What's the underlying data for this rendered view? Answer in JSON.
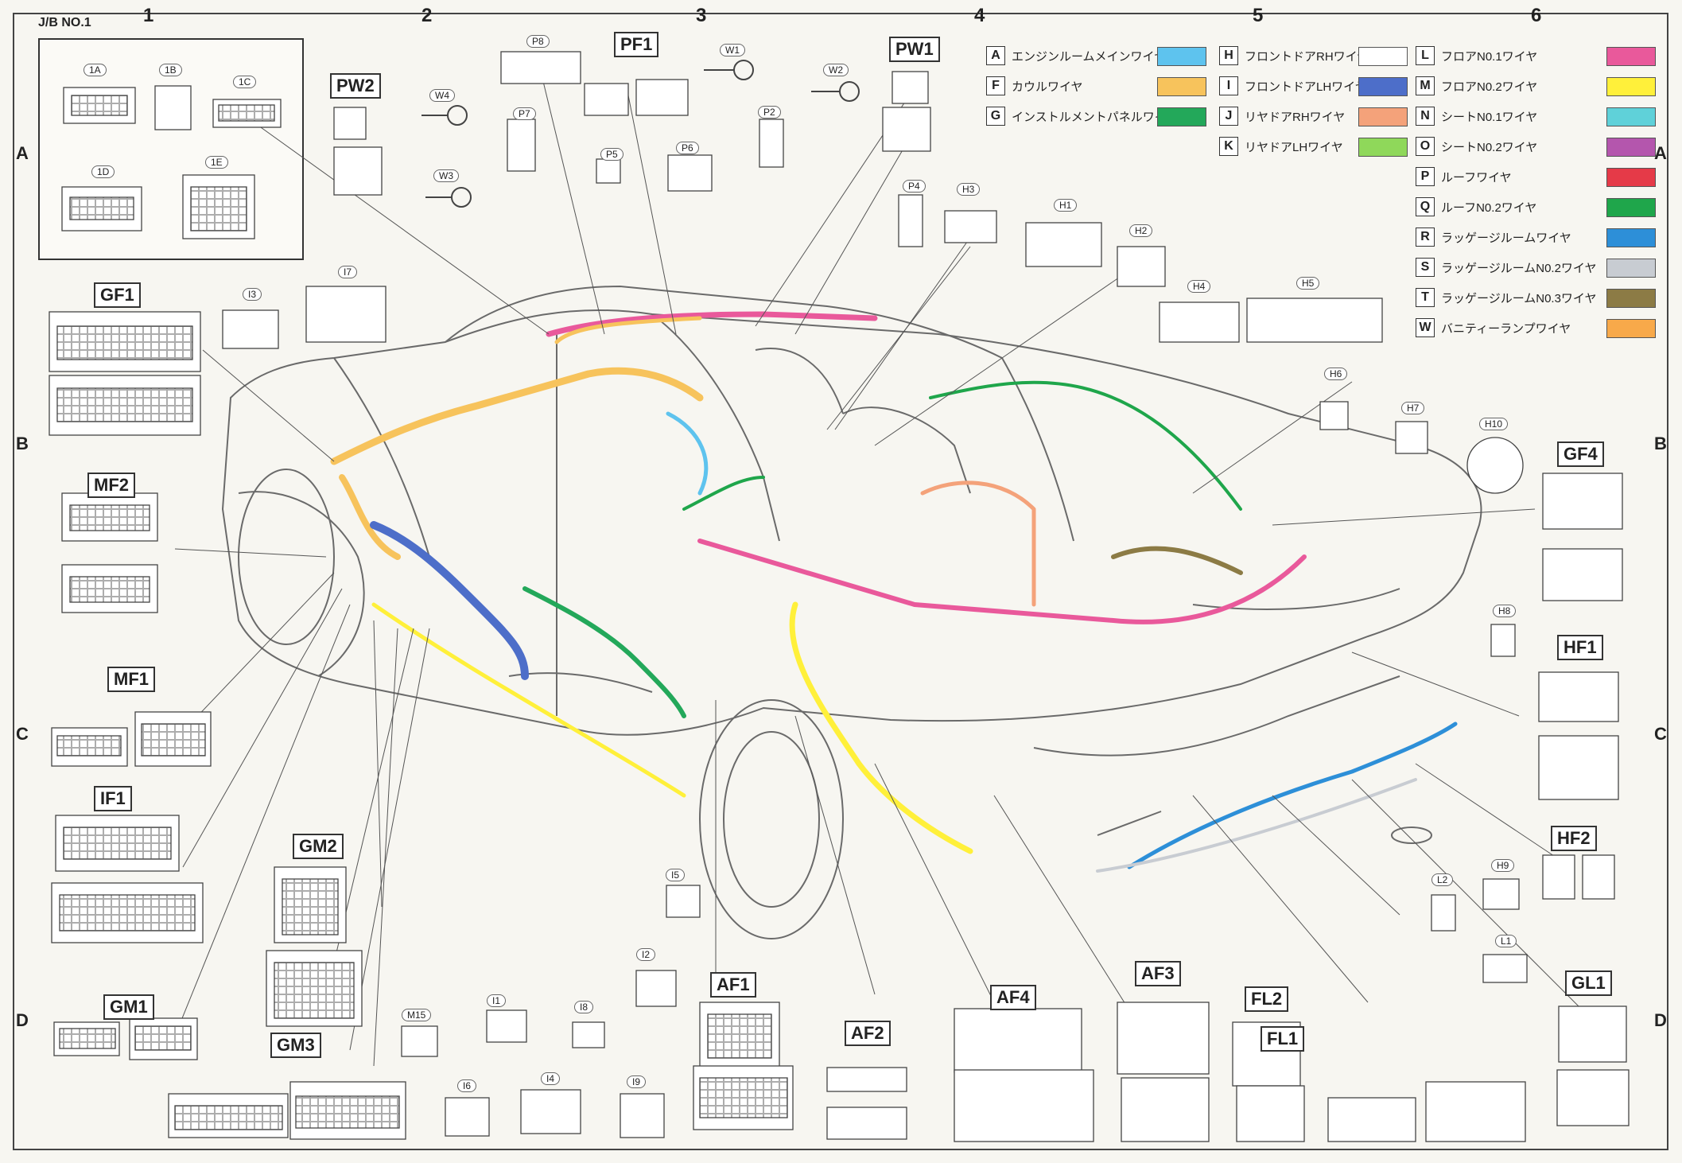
{
  "jb": {
    "title": "J/B NO.1",
    "connectors": [
      "1A",
      "1B",
      "1C",
      "1D",
      "1E"
    ]
  },
  "grid": {
    "columns": [
      "1",
      "2",
      "3",
      "4",
      "5",
      "6"
    ],
    "rows": [
      "A",
      "B",
      "C",
      "D"
    ]
  },
  "legend": [
    {
      "key": "A",
      "name": "エンジンルームメインワイヤ",
      "color": "#5ec3ee"
    },
    {
      "key": "F",
      "name": "カウルワイヤ",
      "color": "#f7c35c"
    },
    {
      "key": "G",
      "name": "インストルメントパネルワイヤ",
      "color": "#23a85a"
    },
    {
      "key": "H",
      "name": "フロントドアRHワイヤ",
      "color": "#ffffff"
    },
    {
      "key": "I",
      "name": "フロントドアLHワイヤ",
      "color": "#4d6ec9"
    },
    {
      "key": "J",
      "name": "リヤドアRHワイヤ",
      "color": "#f4a27a"
    },
    {
      "key": "K",
      "name": "リヤドアLHワイヤ",
      "color": "#8fd85a"
    },
    {
      "key": "L",
      "name": "フロアN0.1ワイヤ",
      "color": "#e9599b"
    },
    {
      "key": "M",
      "name": "フロアN0.2ワイヤ",
      "color": "#fff03a"
    },
    {
      "key": "N",
      "name": "シートN0.1ワイヤ",
      "color": "#5fd1d9"
    },
    {
      "key": "O",
      "name": "シートN0.2ワイヤ",
      "color": "#b456ad"
    },
    {
      "key": "P",
      "name": "ルーフワイヤ",
      "color": "#e53a48"
    },
    {
      "key": "Q",
      "name": "ルーフN0.2ワイヤ",
      "color": "#1fa64b"
    },
    {
      "key": "R",
      "name": "ラッゲージルームワイヤ",
      "color": "#2d8fd8"
    },
    {
      "key": "S",
      "name": "ラッゲージルームN0.2ワイヤ",
      "color": "#c8ccd2"
    },
    {
      "key": "T",
      "name": "ラッゲージルームN0.3ワイヤ",
      "color": "#8c7b45"
    },
    {
      "key": "W",
      "name": "バニティーランプワイヤ",
      "color": "#f8a94a"
    }
  ],
  "big_labels": [
    "GF1",
    "MF2",
    "MF1",
    "IF1",
    "GM1",
    "GM2",
    "GM3",
    "PW2",
    "PF1",
    "PW1",
    "GF4",
    "HF1",
    "HF2",
    "GL1",
    "FL1",
    "FL2",
    "AF1",
    "AF2",
    "AF3",
    "AF4"
  ],
  "small_labels": [
    "P8",
    "W1",
    "W2",
    "W4",
    "W3",
    "P7",
    "P5",
    "P6",
    "P2",
    "P4",
    "H3",
    "H1",
    "H2",
    "H4",
    "H5",
    "H6",
    "H7",
    "H10",
    "H8",
    "H9",
    "L2",
    "L1",
    "I3",
    "I7",
    "I5",
    "I2",
    "I1",
    "I8",
    "I9",
    "I4",
    "I6",
    "M15"
  ]
}
